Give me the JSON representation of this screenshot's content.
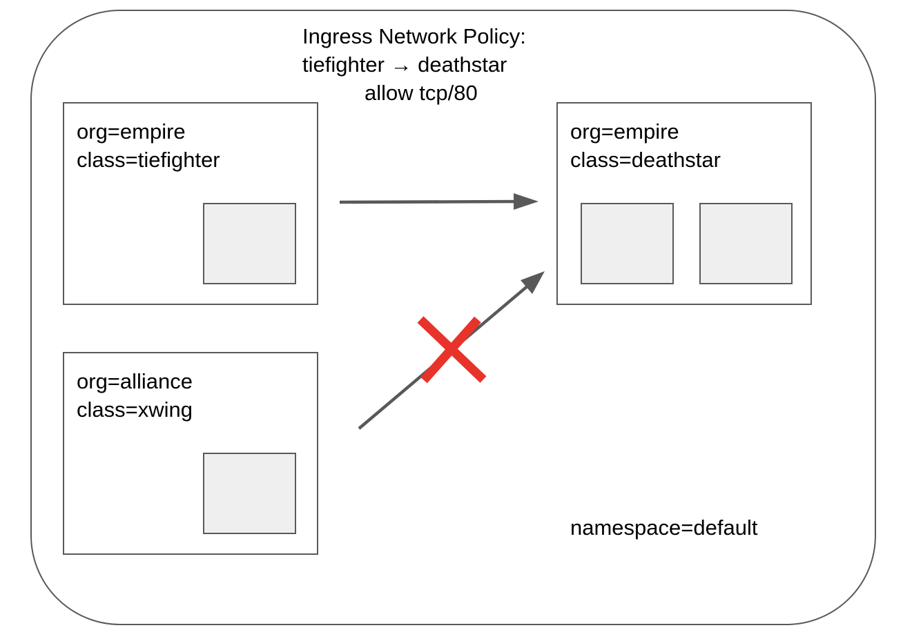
{
  "policy": {
    "line1": "Ingress Network Policy:",
    "line2": "tiefighter → deathstar",
    "line3": "allow tcp/80"
  },
  "groups": {
    "tiefighter": {
      "org": "org=empire",
      "class": "class=tiefighter",
      "pod_count": 1
    },
    "xwing": {
      "org": "org=alliance",
      "class": "class=xwing",
      "pod_count": 1
    },
    "deathstar": {
      "org": "org=empire",
      "class": "class=deathstar",
      "pod_count": 2
    }
  },
  "namespace": {
    "label": "namespace=default"
  },
  "connections": [
    {
      "from": "tiefighter",
      "to": "deathstar",
      "allowed": true
    },
    {
      "from": "xwing",
      "to": "deathstar",
      "allowed": false
    }
  ],
  "colors": {
    "outline": "#595959",
    "pod_fill": "#efefef",
    "arrow": "#595959",
    "deny_mark": "#e8332a"
  }
}
